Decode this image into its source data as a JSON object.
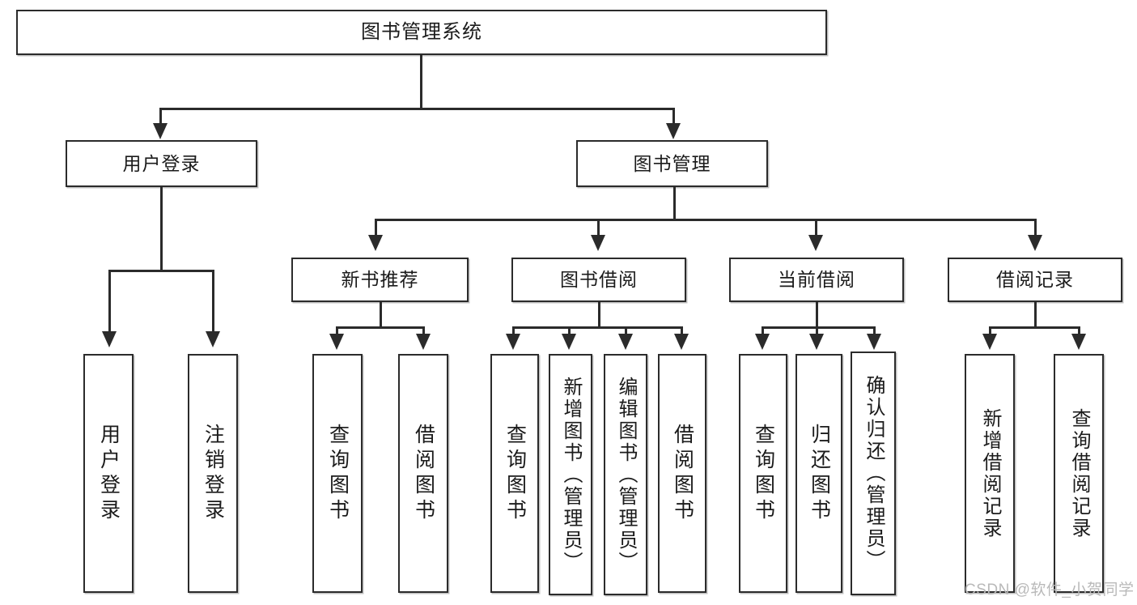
{
  "diagram": {
    "title": "图书管理系统",
    "type": "tree-hierarchy-diagram",
    "root": {
      "label": "图书管理系统"
    },
    "level2": [
      {
        "label": "用户登录"
      },
      {
        "label": "图书管理"
      }
    ],
    "level3": [
      {
        "label": "新书推荐"
      },
      {
        "label": "图书借阅"
      },
      {
        "label": "当前借阅"
      },
      {
        "label": "借阅记录"
      }
    ],
    "leaves": {
      "user_login": [
        {
          "label": "用户登录"
        },
        {
          "label": "注销登录"
        }
      ],
      "new_book_recommend": [
        {
          "label": "查询图书"
        },
        {
          "label": "借阅图书"
        }
      ],
      "book_borrow": [
        {
          "label": "查询图书"
        },
        {
          "label": "新增图书（管理员）"
        },
        {
          "label": "编辑图书（管理员）"
        },
        {
          "label": "借阅图书"
        }
      ],
      "current_borrow": [
        {
          "label": "查询图书"
        },
        {
          "label": "归还图书"
        },
        {
          "label": "确认归还（管理员）"
        }
      ],
      "borrow_record": [
        {
          "label": "新增借阅记录"
        },
        {
          "label": "查询借阅记录"
        }
      ]
    }
  },
  "watermark": {
    "text": "CSDN @软件_小贺同学"
  },
  "colors": {
    "stroke": "#2b2b2b",
    "background": "#ffffff",
    "text": "#1b1b1b",
    "watermark": "#b9b9b9"
  }
}
